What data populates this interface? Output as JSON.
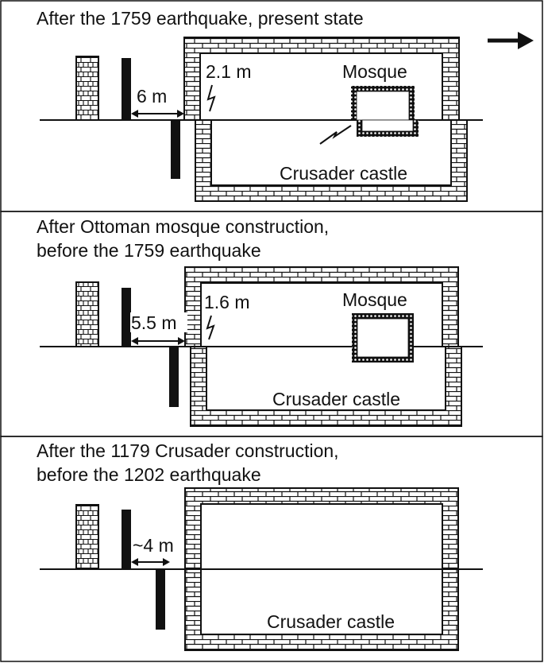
{
  "panels": [
    {
      "title_lines": [
        "After the 1759 earthquake, present state"
      ],
      "offset_label": "2.1 m",
      "gap_label": "6 m",
      "mosque_label": "Mosque",
      "castle_label": "Crusader castle"
    },
    {
      "title_lines": [
        "After Ottoman mosque construction,",
        "before the 1759 earthquake"
      ],
      "offset_label": "1.6 m",
      "gap_label": "5.5 m",
      "mosque_label": "Mosque",
      "castle_label": "Crusader castle"
    },
    {
      "title_lines": [
        "After the 1179 Crusader construction,",
        "before the 1202 earthquake"
      ],
      "gap_label": "~4 m",
      "castle_label": "Crusader castle"
    }
  ],
  "icons": {
    "direction_arrow": "arrow-right-icon",
    "fault_offset": "lightning-zigzag-icon"
  },
  "colors": {
    "ink": "#111111",
    "background": "#ffffff"
  }
}
